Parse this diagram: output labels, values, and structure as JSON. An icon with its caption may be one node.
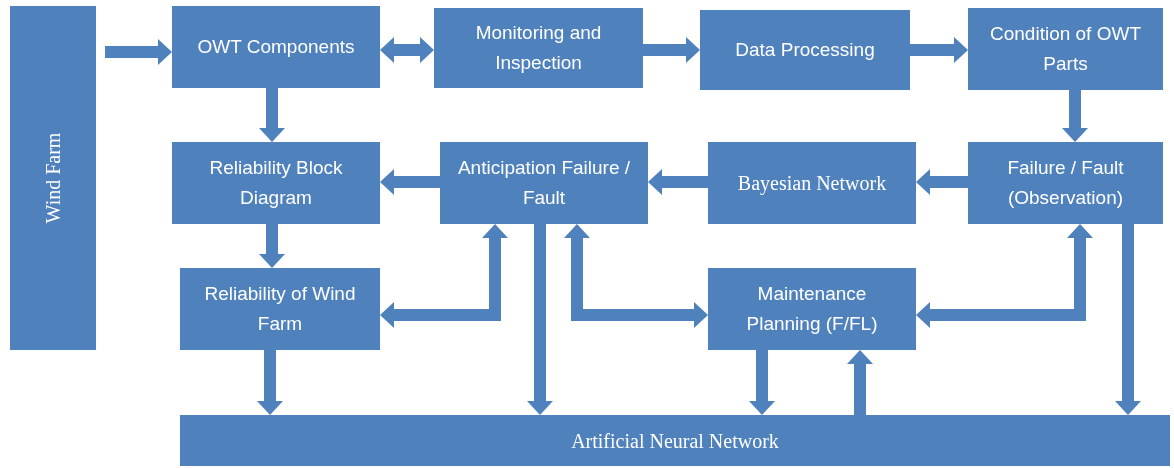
{
  "diagram": {
    "nodes": [
      {
        "text": [
          "Wind Farm"
        ]
      },
      {
        "text": [
          "OWT Components"
        ]
      },
      {
        "text": [
          "Monitoring and Inspection"
        ]
      },
      {
        "text": [
          "Data Processing"
        ]
      },
      {
        "text": [
          "Condition of OWT Parts"
        ]
      },
      {
        "text": [
          "Reliability Block Diagram"
        ]
      },
      {
        "text": [
          "Anticipation Failure / Fault"
        ]
      },
      {
        "text": [
          "Bayesian Network"
        ]
      },
      {
        "text": [
          "Failure / Fault (Observation)"
        ]
      },
      {
        "text": [
          "Reliability of Wind Farm"
        ]
      },
      {
        "text": [
          "Maintenance Planning (F/FL)"
        ]
      },
      {
        "text": [
          "Artificial Neural Network"
        ]
      }
    ],
    "edges": [
      {
        "from": 0,
        "to": 1,
        "arrow": "to"
      },
      {
        "from": 1,
        "to": 2,
        "arrow": "both"
      },
      {
        "from": 2,
        "to": 3,
        "arrow": "to"
      },
      {
        "from": 3,
        "to": 4,
        "arrow": "to"
      },
      {
        "from": 4,
        "to": 8,
        "arrow": "to"
      },
      {
        "from": 8,
        "to": 7,
        "arrow": "to"
      },
      {
        "from": 7,
        "to": 6,
        "arrow": "to"
      },
      {
        "from": 6,
        "to": 5,
        "arrow": "to"
      },
      {
        "from": 1,
        "to": 5,
        "arrow": "to"
      },
      {
        "from": 5,
        "to": 9,
        "arrow": "to"
      },
      {
        "from": 9,
        "to": 6,
        "arrow": "both"
      },
      {
        "from": 6,
        "to": 10,
        "arrow": "both"
      },
      {
        "from": 10,
        "to": 8,
        "arrow": "both"
      },
      {
        "from": 9,
        "to": 11,
        "arrow": "to"
      },
      {
        "from": 6,
        "to": 11,
        "arrow": "to"
      },
      {
        "from": 10,
        "to": 11,
        "arrow": "to"
      },
      {
        "from": 11,
        "to": 10,
        "arrow": "to"
      },
      {
        "from": 8,
        "to": 11,
        "arrow": "to"
      }
    ]
  }
}
